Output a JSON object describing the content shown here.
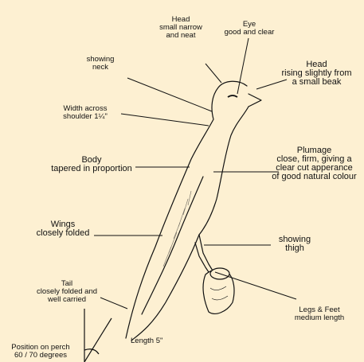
{
  "labels": {
    "head_top": {
      "line1": "Head",
      "line2": "small narrow",
      "line3": "and neat"
    },
    "eye": {
      "line1": "Eye",
      "line2": "good and clear"
    },
    "neck": {
      "line1": "showing",
      "line2": "neck"
    },
    "head_right": {
      "line1": "Head",
      "line2": "rising slightly from",
      "line3": "a small beak"
    },
    "width": {
      "line1": "Width across",
      "line2": "shoulder 1¼\""
    },
    "body": {
      "line1": "Body",
      "line2": "tapered in proportion"
    },
    "plumage": {
      "line1": "Plumage",
      "line2": "close, firm, giving a",
      "line3": "clear cut apperance",
      "line4": "of good natural colour"
    },
    "wings": {
      "line1": "Wings",
      "line2": "closely folded"
    },
    "thigh": {
      "line1": "showing",
      "line2": "thigh"
    },
    "tail": {
      "line1": "Tail",
      "line2": "closely folded and",
      "line3": "well carried"
    },
    "legs": {
      "line1": "Legs & Feet",
      "line2": "medium length"
    },
    "length": "Length 5\"",
    "perch": {
      "line1": "Position on perch",
      "line2": "60 / 70 degrees"
    }
  },
  "colors": {
    "background": "#fdf0d2",
    "ink": "#111111"
  }
}
